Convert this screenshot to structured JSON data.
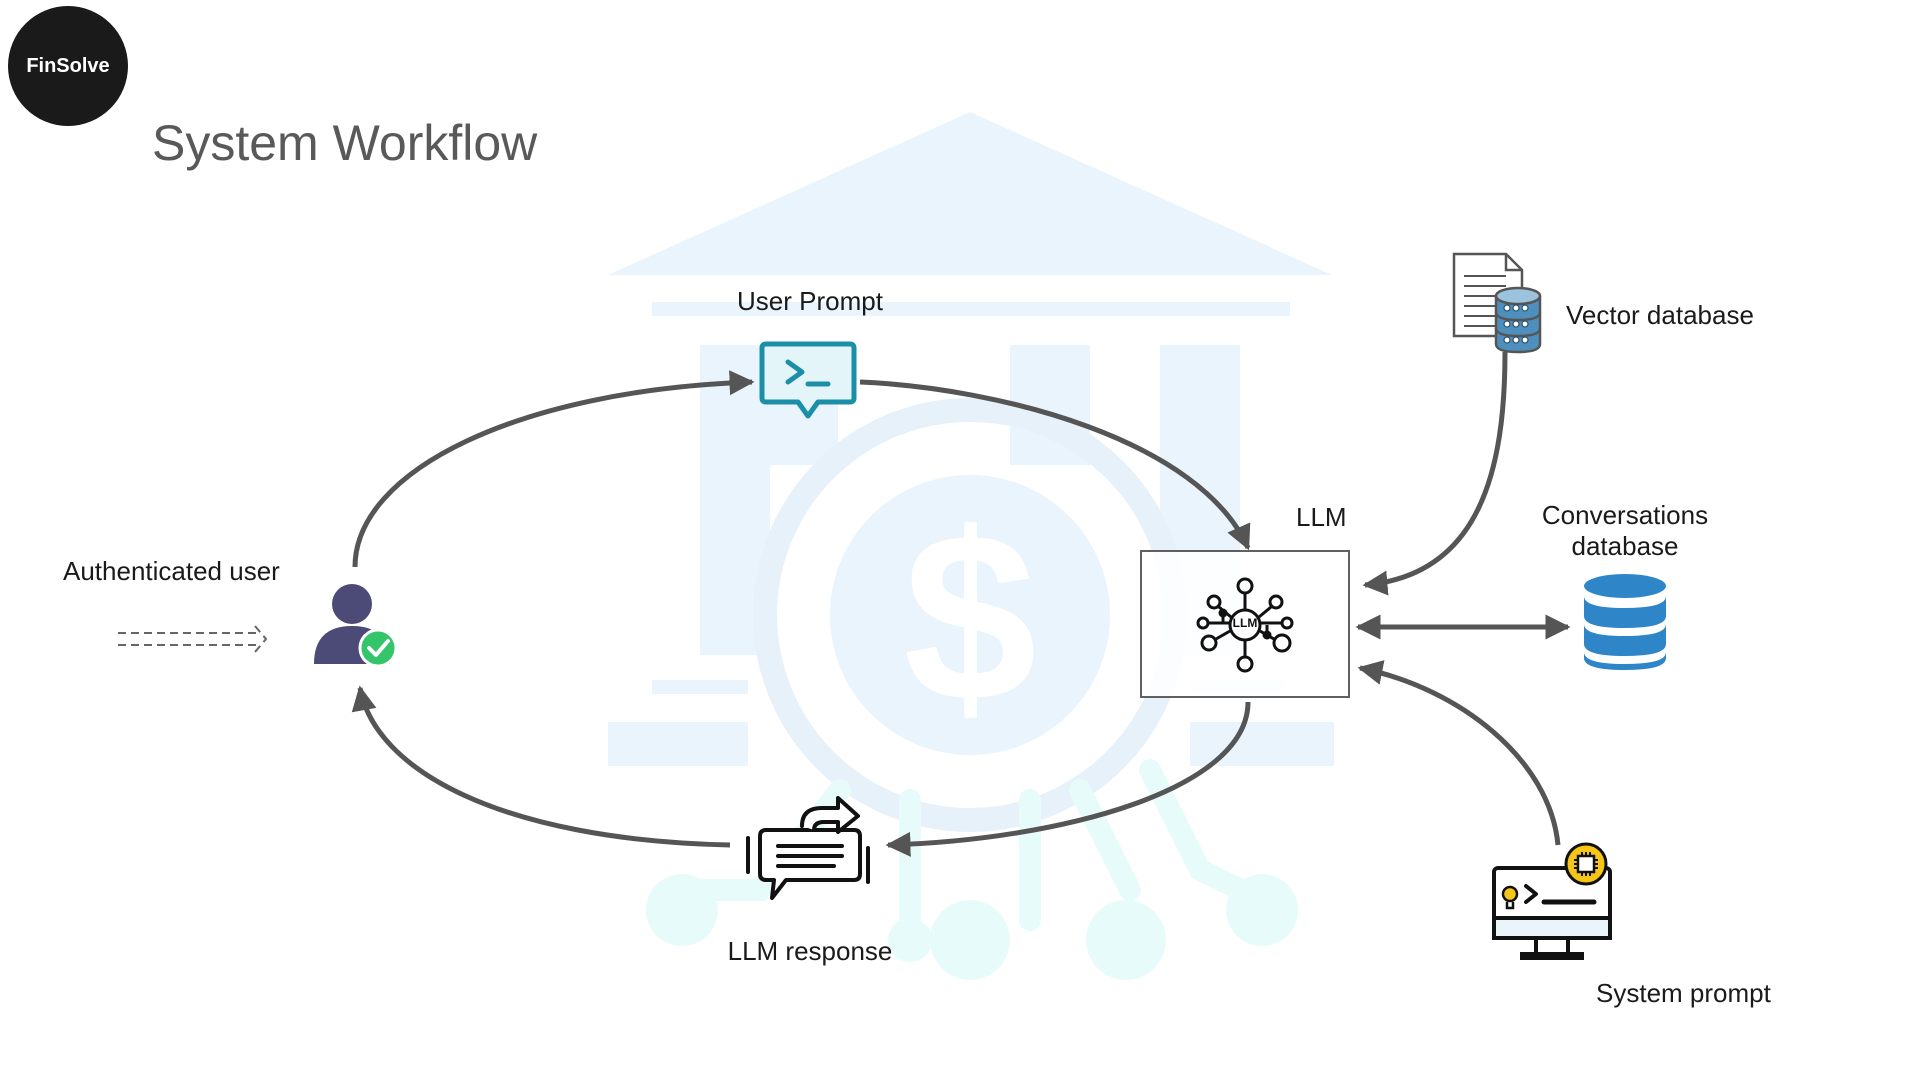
{
  "brand": {
    "logo_text": "FinSolve"
  },
  "page": {
    "title": "System Workflow"
  },
  "nodes": {
    "user_prompt": {
      "label": "User Prompt",
      "icon": "terminal-chat-icon"
    },
    "llm": {
      "label": "LLM",
      "chip_text": "LLM",
      "icon": "neural-network-icon"
    },
    "authenticated_user": {
      "label": "Authenticated user",
      "icon": "verified-user-icon"
    },
    "llm_response": {
      "label": "LLM response",
      "icon": "reply-document-icon"
    },
    "vector_database": {
      "label": "Vector database",
      "icon": "document-database-icon"
    },
    "conversations_database": {
      "label_line1": "Conversations",
      "label_line2": "database",
      "icon": "database-cylinder-icon"
    },
    "system_prompt": {
      "label": "System prompt",
      "icon": "monitor-code-icon"
    }
  },
  "background": {
    "watermark_icon": "bank-dollar-icon"
  },
  "colors": {
    "logo_bg": "#1a1a1a",
    "arrow": "#555555",
    "prompt_icon": "#1b8fa8",
    "prompt_fill": "#e3f5f9",
    "user_icon": "#4c4b78",
    "check_badge": "#34c46a",
    "db_blue": "#2e86c9",
    "watermark": "#e9f4fd",
    "chip_yellow": "#f5c518"
  }
}
